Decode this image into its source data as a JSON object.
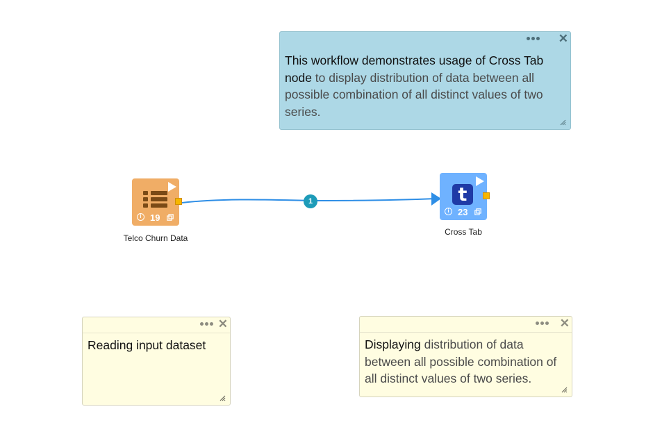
{
  "annotations": {
    "intro": {
      "text_em_1": "This workflow demonstrates usage of Cross Tab",
      "text_em_2": "node",
      "text_rest": " to display distribution of data between all possible combination of all distinct values of two series.",
      "background": "#add8e6"
    },
    "reading": {
      "text_em": "Reading input dataset",
      "background": "#fffde1"
    },
    "displaying": {
      "text_em": "Displaying",
      "text_rest": " distribution of data between all possible combination of all distinct values of two series.",
      "background": "#fffde1"
    }
  },
  "nodes": [
    {
      "id": "telco",
      "label": "Telco Churn Data",
      "count": "19",
      "color": "#f0ad66",
      "icon": "table-rows-icon"
    },
    {
      "id": "cross",
      "label": "Cross Tab",
      "count": "23",
      "color": "#6fb2ff",
      "icon": "cross-tab-t-icon"
    }
  ],
  "edge": {
    "badge": "1",
    "color": "#2e8ee6"
  },
  "colors": {
    "port": "#f6b600",
    "badge": "#1d9bb8"
  }
}
